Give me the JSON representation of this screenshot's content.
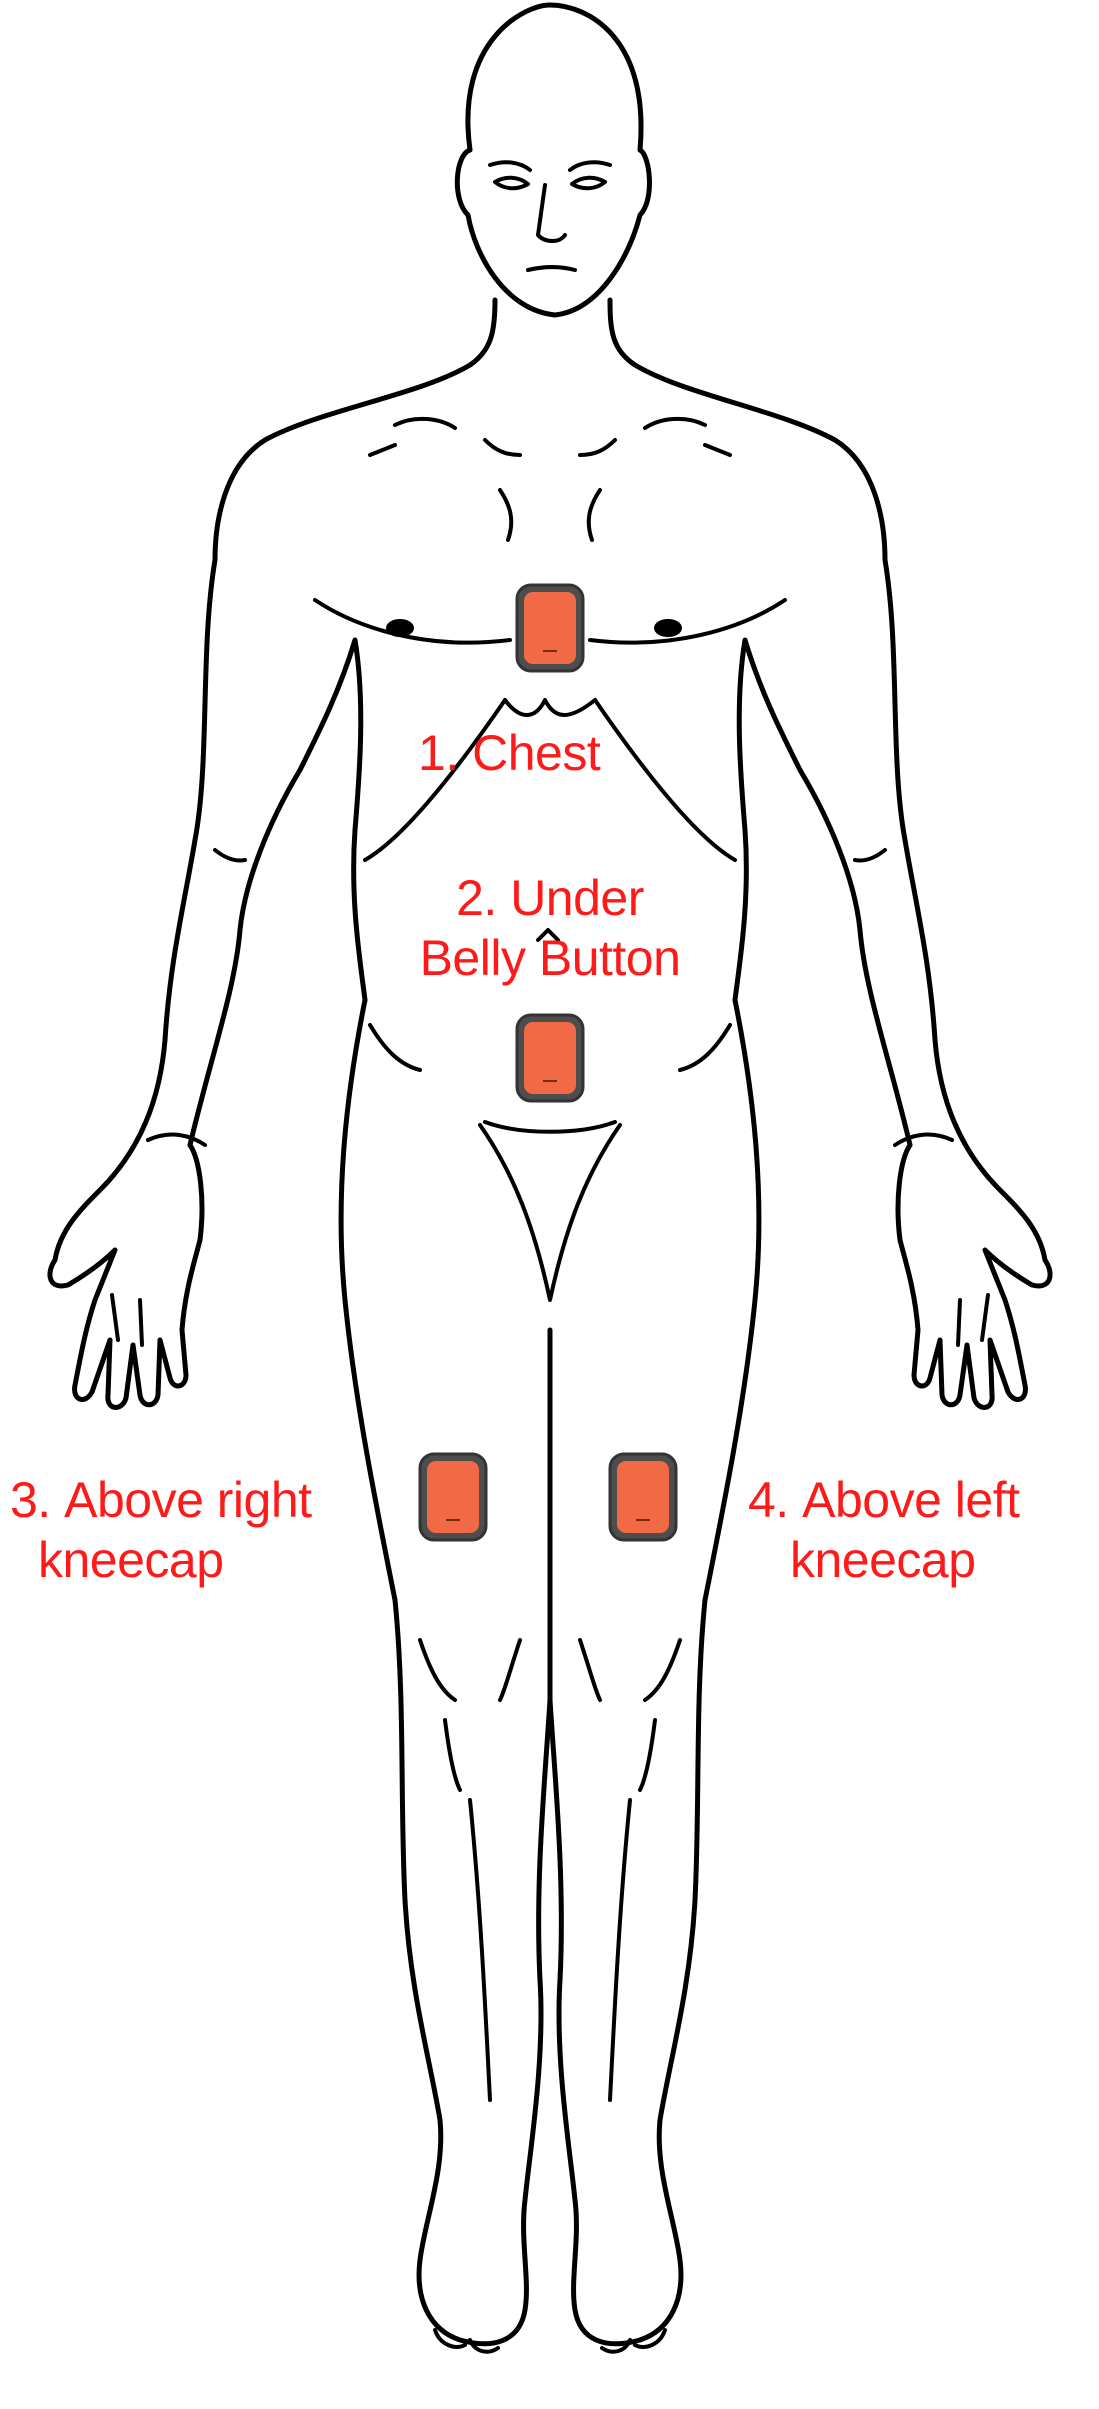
{
  "colors": {
    "label": "#ff1a1a",
    "sensor_body": "#f26a45",
    "sensor_case": "#5a5a5a",
    "outline": "#000000"
  },
  "sites": [
    {
      "number": "1.",
      "lines": [
        "Chest"
      ],
      "icon": "sensor-patch-icon"
    },
    {
      "number": "2.",
      "lines": [
        "Under",
        "Belly Button"
      ],
      "icon": "sensor-patch-icon"
    },
    {
      "number": "3.",
      "lines": [
        "Above right",
        "kneecap"
      ],
      "icon": "sensor-patch-icon"
    },
    {
      "number": "4.",
      "lines": [
        "Above left",
        "kneecap"
      ],
      "icon": "sensor-patch-icon"
    }
  ]
}
